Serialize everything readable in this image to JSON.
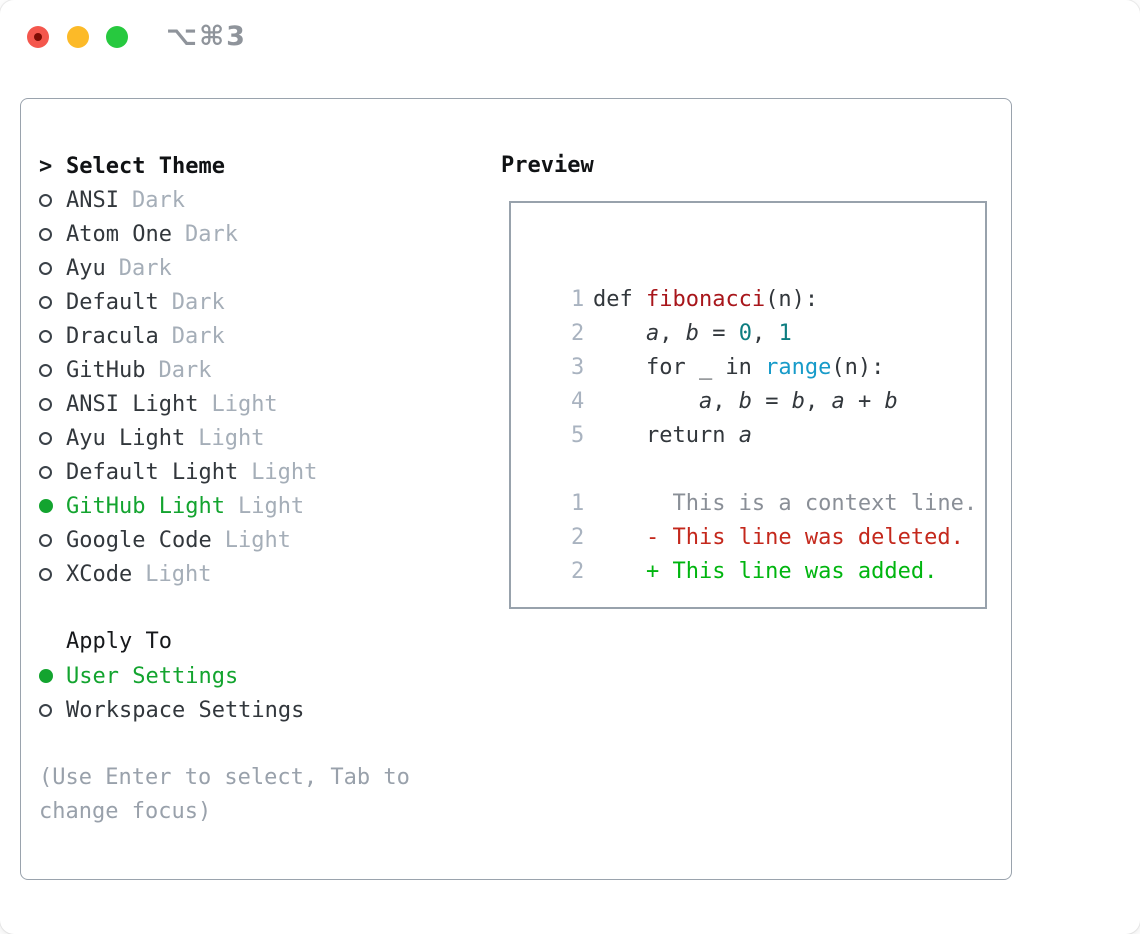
{
  "window": {
    "title": "⌥⌘3"
  },
  "palette": {
    "accent_green": "#13a42f",
    "panel_border": "#9aa3ad",
    "preview_border": "#98a2ac",
    "muted_variant": "#a5aeb8",
    "item_text": "#32373c",
    "help_text": "#99a1ab",
    "line_number": "#a9b3c0",
    "syntax_function_red": "#a8161b",
    "syntax_number_teal": "#0d7d80",
    "syntax_builtin_blue": "#179bc9",
    "diff_context_gray": "#8a8f97",
    "diff_deleted_red": "#c4281c",
    "diff_added_green": "#00b50f",
    "traffic_red": "#f4574d",
    "traffic_yellow": "#fcba28",
    "traffic_green": "#27c93f"
  },
  "theme_list": {
    "prompt": ">",
    "title": "Select Theme",
    "items": [
      {
        "name": "ANSI",
        "variant": "Dark",
        "selected": false
      },
      {
        "name": "Atom One",
        "variant": "Dark",
        "selected": false
      },
      {
        "name": "Ayu",
        "variant": "Dark",
        "selected": false
      },
      {
        "name": "Default",
        "variant": "Dark",
        "selected": false
      },
      {
        "name": "Dracula",
        "variant": "Dark",
        "selected": false
      },
      {
        "name": "GitHub",
        "variant": "Dark",
        "selected": false
      },
      {
        "name": "ANSI Light",
        "variant": "Light",
        "selected": false
      },
      {
        "name": "Ayu Light",
        "variant": "Light",
        "selected": false
      },
      {
        "name": "Default Light",
        "variant": "Light",
        "selected": false
      },
      {
        "name": "GitHub Light",
        "variant": "Light",
        "selected": true
      },
      {
        "name": "Google Code",
        "variant": "Light",
        "selected": false
      },
      {
        "name": "XCode",
        "variant": "Light",
        "selected": false
      }
    ]
  },
  "apply_to": {
    "title": "Apply To",
    "options": [
      {
        "label": "User Settings",
        "selected": true
      },
      {
        "label": "Workspace Settings",
        "selected": false
      }
    ]
  },
  "help_text": "(Use Enter to select, Tab to change focus)",
  "preview": {
    "title": "Preview",
    "code_lines": [
      {
        "num": "1",
        "segments": [
          {
            "text": "def ",
            "style": "plain"
          },
          {
            "text": "fibonacci",
            "style": "function"
          },
          {
            "text": "(n):",
            "style": "plain"
          }
        ]
      },
      {
        "num": "2",
        "segments": [
          {
            "text": "    ",
            "style": "plain"
          },
          {
            "text": "a",
            "style": "variable"
          },
          {
            "text": ", ",
            "style": "plain"
          },
          {
            "text": "b",
            "style": "variable"
          },
          {
            "text": " = ",
            "style": "plain"
          },
          {
            "text": "0",
            "style": "number"
          },
          {
            "text": ", ",
            "style": "plain"
          },
          {
            "text": "1",
            "style": "number"
          }
        ]
      },
      {
        "num": "3",
        "segments": [
          {
            "text": "    for _ in ",
            "style": "plain"
          },
          {
            "text": "range",
            "style": "builtin"
          },
          {
            "text": "(n):",
            "style": "plain"
          }
        ]
      },
      {
        "num": "4",
        "segments": [
          {
            "text": "        ",
            "style": "plain"
          },
          {
            "text": "a",
            "style": "variable"
          },
          {
            "text": ", ",
            "style": "plain"
          },
          {
            "text": "b",
            "style": "variable"
          },
          {
            "text": " = ",
            "style": "plain"
          },
          {
            "text": "b",
            "style": "variable"
          },
          {
            "text": ", ",
            "style": "plain"
          },
          {
            "text": "a",
            "style": "variable"
          },
          {
            "text": " + ",
            "style": "plain"
          },
          {
            "text": "b",
            "style": "variable"
          }
        ]
      },
      {
        "num": "5",
        "segments": [
          {
            "text": "    return ",
            "style": "plain"
          },
          {
            "text": "a",
            "style": "variable"
          }
        ]
      },
      {
        "num": "",
        "segments": []
      },
      {
        "num": "1",
        "segments": [
          {
            "text": "      This is a context line.",
            "style": "context"
          }
        ]
      },
      {
        "num": "2",
        "segments": [
          {
            "text": "    - This line was deleted.",
            "style": "deleted"
          }
        ]
      },
      {
        "num": "2",
        "segments": [
          {
            "text": "    + This line was added.",
            "style": "added"
          }
        ]
      }
    ]
  }
}
